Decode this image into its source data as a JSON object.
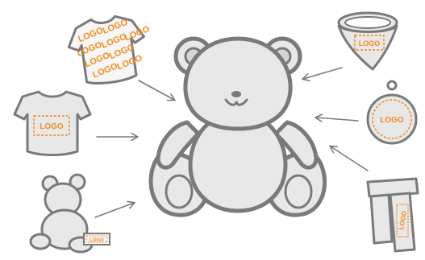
{
  "logo_label": "LOGO",
  "pattern_word": "LOGO",
  "colors": {
    "outline": "#7a7a7a",
    "fill": "#e8e8e8",
    "accent": "#f28c1c",
    "arrow": "#7a7a7a",
    "background": "#ffffff"
  },
  "items": [
    {
      "name": "patterned-shirt-icon",
      "description_icon": "t-shirt-with-logo-pattern"
    },
    {
      "name": "logo-shirt-icon",
      "description_icon": "t-shirt-with-logo-patch"
    },
    {
      "name": "small-bear-icon",
      "description_icon": "small-bear-with-sash"
    },
    {
      "name": "bandana-icon",
      "description_icon": "bandana-with-logo"
    },
    {
      "name": "tag-icon",
      "description_icon": "hang-tag-with-logo"
    },
    {
      "name": "scarf-icon",
      "description_icon": "scarf-with-logo"
    }
  ]
}
